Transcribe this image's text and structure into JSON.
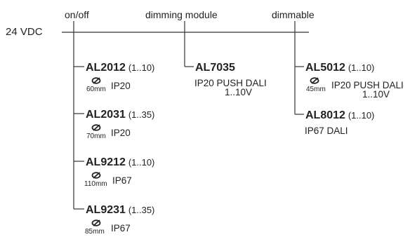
{
  "supply": "24 VDC",
  "headers": {
    "onoff": "on/off",
    "dimming_module": "dimming module",
    "dimmable": "dimmable"
  },
  "onoff_items": [
    {
      "code": "AL2012",
      "range": "(1..10)",
      "cutout": "60mm",
      "spec": "IP20"
    },
    {
      "code": "AL2031",
      "range": "(1..35)",
      "cutout": "70mm",
      "spec": "IP20"
    },
    {
      "code": "AL9212",
      "range": "(1..10)",
      "cutout": "110mm",
      "spec": "IP67"
    },
    {
      "code": "AL9231",
      "range": "(1..35)",
      "cutout": "85mm",
      "spec": "IP67"
    }
  ],
  "module_item": {
    "code": "AL7035",
    "spec_line1": "IP20   PUSH  DALI",
    "spec_line2": "1..10V"
  },
  "dimmable_items": [
    {
      "code": "AL5012",
      "range": "(1..10)",
      "cutout": "45mm",
      "spec_line1": "IP20   PUSH  DALI",
      "spec_line2": "1..10V"
    },
    {
      "code": "AL8012",
      "range": "(1..10)",
      "spec_line1": "IP67   DALI"
    }
  ],
  "colors": {
    "line": "#333333",
    "text": "#222222"
  },
  "icons": {
    "cutout": "cutout-diameter-icon"
  }
}
